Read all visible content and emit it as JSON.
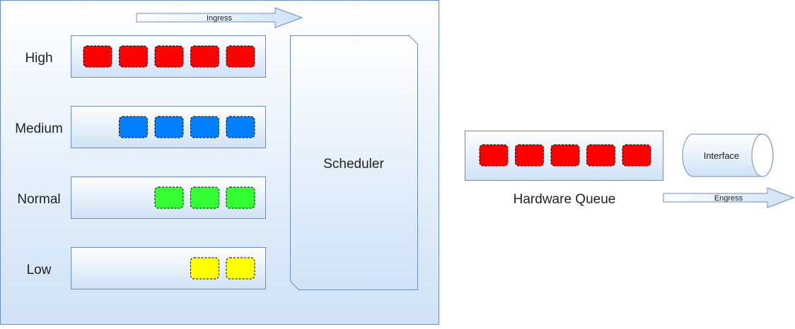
{
  "colors": {
    "panel_top": "#ffffff",
    "panel_bottom": "#cfe2f6",
    "border": "#6c8ebf",
    "high": "#ff0000",
    "medium": "#007fff",
    "normal": "#33ff33",
    "low": "#ffff00"
  },
  "ingress": {
    "label": "Ingress"
  },
  "egress": {
    "label": "Engress"
  },
  "queues": [
    {
      "label": "High",
      "color_key": "high",
      "packets": 5
    },
    {
      "label": "Medium",
      "color_key": "medium",
      "packets": 4
    },
    {
      "label": "Normal",
      "color_key": "normal",
      "packets": 3
    },
    {
      "label": "Low",
      "color_key": "low",
      "packets": 2
    }
  ],
  "scheduler": {
    "label": "Scheduler"
  },
  "hardware_queue": {
    "label": "Hardware Queue",
    "color_key": "high",
    "packets": 5
  },
  "interface": {
    "label": "Interface"
  }
}
